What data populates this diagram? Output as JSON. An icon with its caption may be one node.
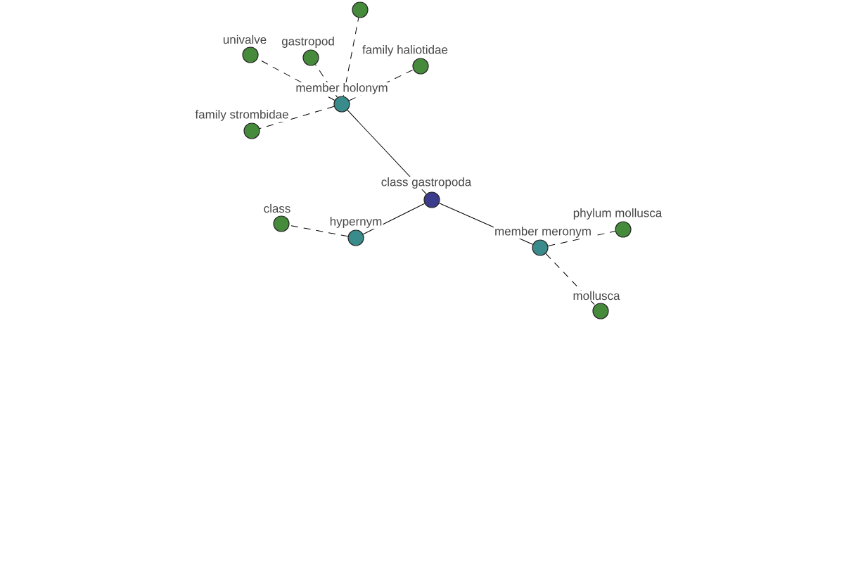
{
  "diagram": {
    "nodes": [
      {
        "text": [],
        "shape": "circle"
      },
      {
        "text": [],
        "shape": "circle",
        "beside": [
          "univalve"
        ]
      },
      {
        "text": [],
        "shape": "circle",
        "beside": [
          "gastropod"
        ]
      },
      {
        "text": [],
        "shape": "circle",
        "beside": [
          "family haliotidae"
        ]
      },
      {
        "text": [],
        "shape": "circle",
        "beside": [
          "member holonym"
        ]
      },
      {
        "text": [],
        "shape": "circle",
        "beside": [
          "family strombidae"
        ]
      },
      {
        "text": [],
        "shape": "circle",
        "beside": [
          "class gastropoda"
        ]
      },
      {
        "text": [],
        "shape": "circle",
        "beside": [
          "class"
        ]
      },
      {
        "text": [],
        "shape": "circle",
        "beside": [
          "phylum mollusca"
        ]
      },
      {
        "text": [],
        "shape": "circle",
        "beside": [
          "hypernym"
        ]
      },
      {
        "text": [],
        "shape": "circle",
        "beside": [
          "member meronym"
        ]
      },
      {
        "text": [],
        "shape": "circle",
        "beside": [
          "mollusca"
        ]
      }
    ],
    "edges": [
      {
        "from": 6,
        "to": 4,
        "arrow": "none"
      },
      {
        "from": 6,
        "to": 9,
        "arrow": "none"
      },
      {
        "from": 6,
        "to": 10,
        "arrow": "none"
      },
      {
        "from": 4,
        "to": 0,
        "arrow": "none",
        "style": "dashed"
      },
      {
        "from": 4,
        "to": 1,
        "arrow": "none",
        "style": "dashed"
      },
      {
        "from": 4,
        "to": 2,
        "arrow": "none",
        "style": "dashed"
      },
      {
        "from": 4,
        "to": 3,
        "arrow": "none",
        "style": "dashed"
      },
      {
        "from": 4,
        "to": 5,
        "arrow": "none",
        "style": "dashed"
      },
      {
        "from": 9,
        "to": 7,
        "arrow": "none",
        "style": "dashed"
      },
      {
        "from": 10,
        "to": 8,
        "arrow": "none",
        "style": "dashed"
      },
      {
        "from": 10,
        "to": 11,
        "arrow": "none",
        "style": "dashed"
      }
    ]
  }
}
